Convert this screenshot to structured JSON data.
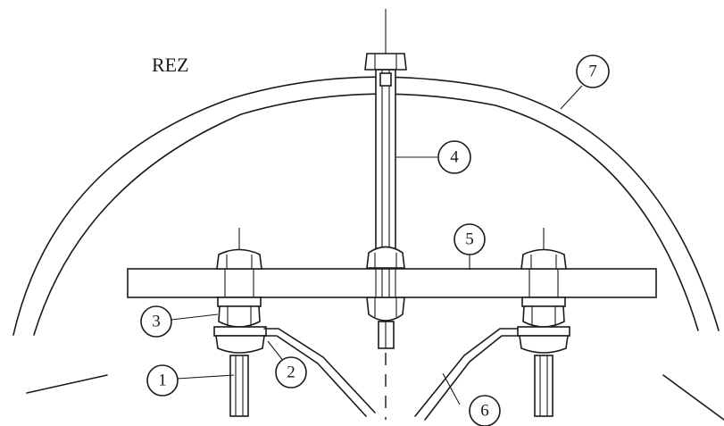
{
  "figure": {
    "label": "REZ",
    "callouts": [
      {
        "id": "1",
        "text": "1"
      },
      {
        "id": "2",
        "text": "2"
      },
      {
        "id": "3",
        "text": "3"
      },
      {
        "id": "4",
        "text": "4"
      },
      {
        "id": "5",
        "text": "5"
      },
      {
        "id": "6",
        "text": "6"
      },
      {
        "id": "7",
        "text": "7"
      }
    ]
  }
}
